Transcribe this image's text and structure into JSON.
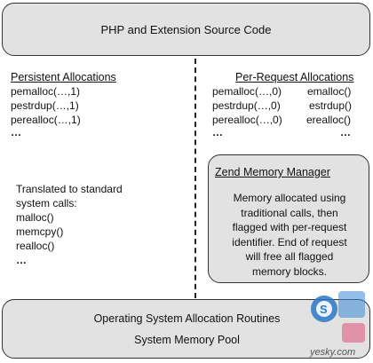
{
  "top_box": {
    "label": "PHP and Extension Source Code"
  },
  "left": {
    "title": "Persistent Allocations",
    "items": [
      "pemalloc(…,1)",
      "pestrdup(…,1)",
      "perealloc(…,1)",
      "…"
    ]
  },
  "right": {
    "title": "Per-Request Allocations",
    "items_left": [
      "pemalloc(…,0)",
      "pestrdup(…,0)",
      "perealloc(…,0)",
      "…"
    ],
    "items_right": [
      "emalloc()",
      "estrdup()",
      "erealloc()",
      "…"
    ]
  },
  "translated": {
    "lines": [
      "Translated to standard",
      "system calls:",
      "malloc()",
      "memcpy()",
      "realloc()",
      "…"
    ]
  },
  "zmm": {
    "title": "Zend Memory Manager",
    "lines": [
      "Memory allocated using",
      "traditional calls, then",
      "flagged with per-request",
      "identifier.  End of request",
      "will free all flagged",
      "memory blocks."
    ]
  },
  "bottom_box": {
    "line1": "Operating System Allocation Routines",
    "line2": "System Memory Pool"
  },
  "watermark": {
    "text": "yesky.com"
  }
}
